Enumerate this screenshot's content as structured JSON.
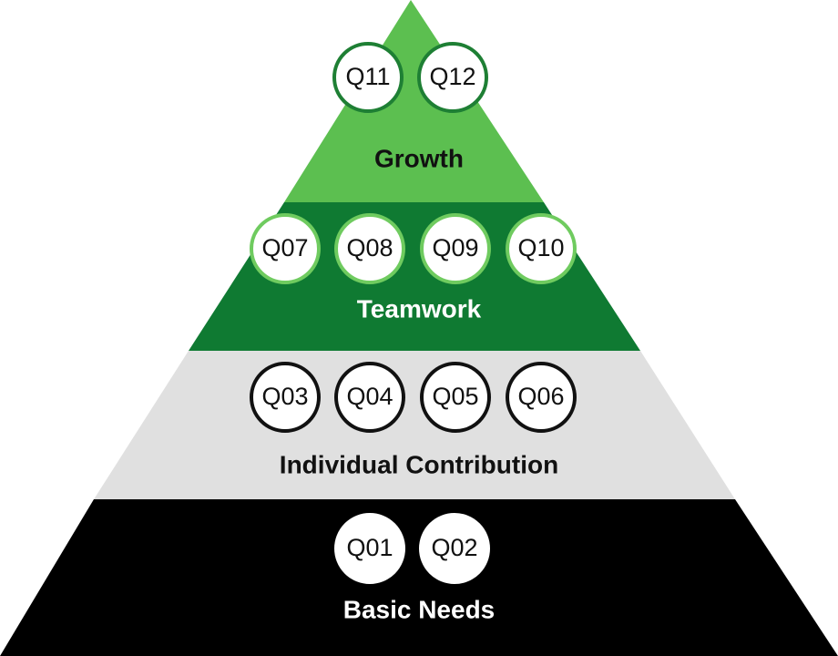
{
  "colors": {
    "growth": "#5cbf50",
    "teamwork": "#0f7a32",
    "individual": "#e0e0e0",
    "basic": "#000000",
    "growth_badge_border": "#1e7f34",
    "teamwork_badge_border": "#6fcb5f",
    "individual_badge_border": "#111111",
    "basic_badge_border": "#ffffff",
    "badge_fill": "#ffffff",
    "badge_text": "#111111"
  },
  "tiers": [
    {
      "id": "growth",
      "label": "Growth",
      "label_color": "#111111",
      "questions": [
        "Q11",
        "Q12"
      ]
    },
    {
      "id": "teamwork",
      "label": "Teamwork",
      "label_color": "#ffffff",
      "questions": [
        "Q07",
        "Q08",
        "Q09",
        "Q10"
      ]
    },
    {
      "id": "individual",
      "label": "Individual Contribution",
      "label_color": "#111111",
      "questions": [
        "Q03",
        "Q04",
        "Q05",
        "Q06"
      ]
    },
    {
      "id": "basic",
      "label": "Basic Needs",
      "label_color": "#ffffff",
      "questions": [
        "Q01",
        "Q02"
      ]
    }
  ]
}
